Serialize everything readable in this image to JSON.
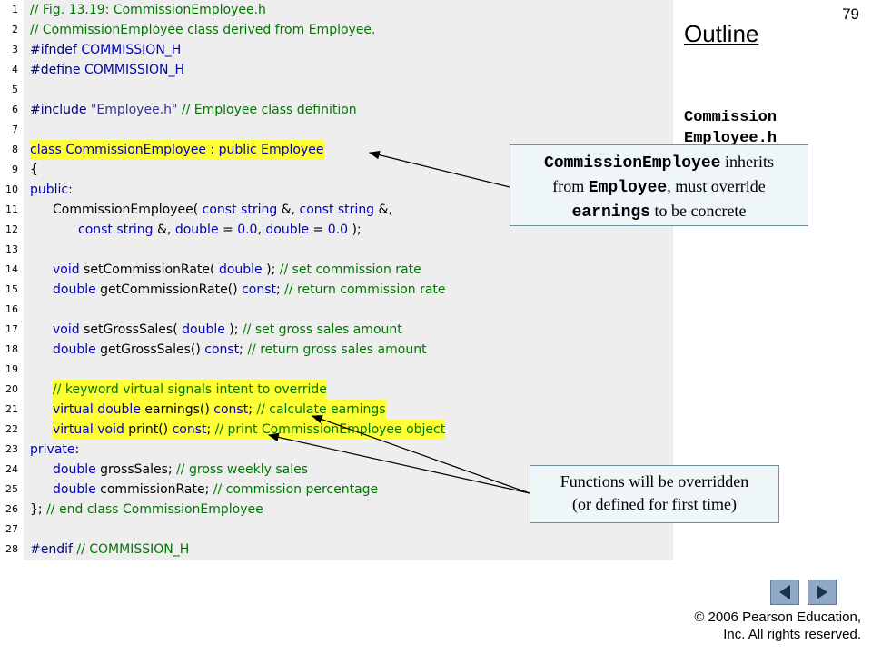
{
  "slide_number": "79",
  "outline_title": "Outline",
  "file_label_line1": "Commission",
  "file_label_line2": "Employee.h",
  "code_lines": [
    {
      "n": "1",
      "segs": [
        {
          "t": "// Fig. 13.19: CommissionEmployee.h",
          "c": "cm"
        }
      ]
    },
    {
      "n": "2",
      "segs": [
        {
          "t": "// CommissionEmployee class derived from Employee.",
          "c": "cm"
        }
      ]
    },
    {
      "n": "3",
      "segs": [
        {
          "t": "#ifndef ",
          "c": "pp"
        },
        {
          "t": "COMMISSION_H",
          "c": "kw"
        }
      ]
    },
    {
      "n": "4",
      "segs": [
        {
          "t": "#define ",
          "c": "pp"
        },
        {
          "t": "COMMISSION_H",
          "c": "kw"
        }
      ]
    },
    {
      "n": "5",
      "segs": []
    },
    {
      "n": "6",
      "segs": [
        {
          "t": "#include ",
          "c": "pp"
        },
        {
          "t": "\"Employee.h\"",
          "c": "st"
        },
        {
          "t": " // Employee class definition",
          "c": "cm"
        }
      ]
    },
    {
      "n": "7",
      "segs": []
    },
    {
      "n": "8",
      "hl": true,
      "segs": [
        {
          "t": "class CommissionEmployee : public Employee",
          "c": "kw"
        }
      ]
    },
    {
      "n": "9",
      "segs": [
        {
          "t": "{",
          "c": ""
        }
      ]
    },
    {
      "n": "10",
      "segs": [
        {
          "t": "public",
          "c": "kw"
        },
        {
          "t": ":",
          "c": ""
        }
      ]
    },
    {
      "n": "11",
      "indent": 1,
      "segs": [
        {
          "t": "CommissionEmployee( ",
          "c": ""
        },
        {
          "t": "const string",
          "c": "kw"
        },
        {
          "t": " &, ",
          "c": ""
        },
        {
          "t": "const string",
          "c": "kw"
        },
        {
          "t": " &,",
          "c": ""
        }
      ]
    },
    {
      "n": "12",
      "indent": 2,
      "segs": [
        {
          "t": "const string",
          "c": "kw"
        },
        {
          "t": " &, ",
          "c": ""
        },
        {
          "t": "double",
          "c": "kw"
        },
        {
          "t": " = ",
          "c": ""
        },
        {
          "t": "0.0",
          "c": "kw"
        },
        {
          "t": ", ",
          "c": ""
        },
        {
          "t": "double",
          "c": "kw"
        },
        {
          "t": " = ",
          "c": ""
        },
        {
          "t": "0.0",
          "c": "kw"
        },
        {
          "t": " );",
          "c": ""
        }
      ]
    },
    {
      "n": "13",
      "segs": []
    },
    {
      "n": "14",
      "indent": 1,
      "segs": [
        {
          "t": "void",
          "c": "kw"
        },
        {
          "t": " setCommissionRate( ",
          "c": ""
        },
        {
          "t": "double",
          "c": "kw"
        },
        {
          "t": " ); ",
          "c": ""
        },
        {
          "t": "// set commission rate",
          "c": "cm"
        }
      ]
    },
    {
      "n": "15",
      "indent": 1,
      "segs": [
        {
          "t": "double",
          "c": "kw"
        },
        {
          "t": " getCommissionRate() ",
          "c": ""
        },
        {
          "t": "const",
          "c": "kw"
        },
        {
          "t": "; ",
          "c": ""
        },
        {
          "t": "// return commission rate",
          "c": "cm"
        }
      ]
    },
    {
      "n": "16",
      "segs": []
    },
    {
      "n": "17",
      "indent": 1,
      "segs": [
        {
          "t": "void",
          "c": "kw"
        },
        {
          "t": " setGrossSales( ",
          "c": ""
        },
        {
          "t": "double",
          "c": "kw"
        },
        {
          "t": " ); ",
          "c": ""
        },
        {
          "t": "// set gross sales amount",
          "c": "cm"
        }
      ]
    },
    {
      "n": "18",
      "indent": 1,
      "segs": [
        {
          "t": "double",
          "c": "kw"
        },
        {
          "t": " getGrossSales() ",
          "c": ""
        },
        {
          "t": "const",
          "c": "kw"
        },
        {
          "t": "; ",
          "c": ""
        },
        {
          "t": "// return gross sales amount",
          "c": "cm"
        }
      ]
    },
    {
      "n": "19",
      "segs": []
    },
    {
      "n": "20",
      "indent": 1,
      "hl": true,
      "segs": [
        {
          "t": "// keyword virtual signals intent to override",
          "c": "cm"
        }
      ]
    },
    {
      "n": "21",
      "indent": 1,
      "hl": true,
      "segs": [
        {
          "t": "virtual double",
          "c": "kw"
        },
        {
          "t": " earnings() ",
          "c": ""
        },
        {
          "t": "const",
          "c": "kw"
        },
        {
          "t": "; ",
          "c": ""
        },
        {
          "t": "// calculate earnings",
          "c": "cm"
        }
      ]
    },
    {
      "n": "22",
      "indent": 1,
      "hl": true,
      "segs": [
        {
          "t": "virtual void",
          "c": "kw"
        },
        {
          "t": " print() ",
          "c": ""
        },
        {
          "t": "const",
          "c": "kw"
        },
        {
          "t": "; ",
          "c": ""
        },
        {
          "t": "// print CommissionEmployee object",
          "c": "cm"
        }
      ]
    },
    {
      "n": "23",
      "segs": [
        {
          "t": "private",
          "c": "kw"
        },
        {
          "t": ":",
          "c": ""
        }
      ]
    },
    {
      "n": "24",
      "indent": 1,
      "segs": [
        {
          "t": "double",
          "c": "kw"
        },
        {
          "t": " grossSales; ",
          "c": ""
        },
        {
          "t": "// gross weekly sales",
          "c": "cm"
        }
      ]
    },
    {
      "n": "25",
      "indent": 1,
      "segs": [
        {
          "t": "double",
          "c": "kw"
        },
        {
          "t": " commissionRate; ",
          "c": ""
        },
        {
          "t": "// commission percentage",
          "c": "cm"
        }
      ]
    },
    {
      "n": "26",
      "segs": [
        {
          "t": "}; ",
          "c": ""
        },
        {
          "t": "// end class CommissionEmployee",
          "c": "cm"
        }
      ]
    },
    {
      "n": "27",
      "segs": []
    },
    {
      "n": "28",
      "segs": [
        {
          "t": "#endif ",
          "c": "pp"
        },
        {
          "t": "// COMMISSION_H",
          "c": "cm"
        }
      ]
    }
  ],
  "callout1": {
    "mono1": "CommissionEmployee",
    "text1": " inherits",
    "text2": "from ",
    "mono2": "Employee",
    "text3": ", must override",
    "mono3": "earnings",
    "text4": " to be concrete"
  },
  "callout2": {
    "line1": "Functions will be overridden",
    "line2": "(or defined for first time)"
  },
  "nav": {
    "prev_icon": "triangle-left-icon",
    "next_icon": "triangle-right-icon"
  },
  "copyright_line1": "© 2006 Pearson Education,",
  "copyright_line2": "Inc.  All rights reserved."
}
